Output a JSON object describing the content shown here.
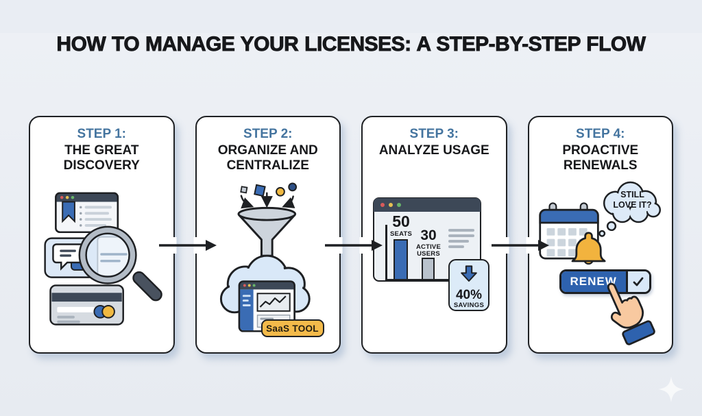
{
  "page": {
    "title": "HOW TO MANAGE YOUR LICENSES: A STEP-BY-STEP FLOW",
    "background": "#e9edf3",
    "card_background": "#ffffff",
    "outline_color": "#1e2023",
    "label_blue": "#44749f",
    "accent_blue": "#3a6cb4",
    "panel_light_blue": "#d9e8f8",
    "slate_dark": "#3d4857",
    "badge_yellow": "#f3ba4a",
    "bell_yellow": "#f2b33e"
  },
  "steps": [
    {
      "label": "STEP 1:",
      "title": "THE GREAT DISCOVERY",
      "icons": [
        "browser-window-icon",
        "bookmark-icon",
        "chat-bubbles-icon",
        "magnifying-glass-icon",
        "credit-card-icon"
      ]
    },
    {
      "label": "STEP 2:",
      "title": "ORGANIZE AND CENTRALIZE",
      "badge": "SaaS TOOL",
      "icons": [
        "falling-shapes-icon",
        "funnel-icon",
        "down-arrow-icon",
        "cloud-icon",
        "dashboard-window-icon"
      ]
    },
    {
      "label": "STEP 3:",
      "title": "ANALYZE USAGE",
      "chart": {
        "bars": [
          {
            "value": "50",
            "label": "SEATS"
          },
          {
            "value": "30",
            "label": "ACTIVE USERS"
          }
        ],
        "savings_value": "40%",
        "savings_label": "SAVINGS"
      },
      "icons": [
        "analytics-window-icon",
        "savings-badge",
        "savings-down-arrow-icon"
      ]
    },
    {
      "label": "STEP 4:",
      "title": "PROACTIVE RENEWALS",
      "thought_bubble": "STILL LOVE IT?",
      "renew_label": "RENEW",
      "icons": [
        "calendar-icon",
        "bell-icon",
        "thought-bubble-icon",
        "check-icon",
        "pointing-hand-icon"
      ]
    }
  ],
  "chart_data": {
    "type": "bar",
    "categories": [
      "SEATS",
      "ACTIVE USERS"
    ],
    "values": [
      50,
      30
    ],
    "series_colors": [
      "#3a6cb4",
      "#b9c2cc"
    ],
    "annotations": [
      "40% SAVINGS"
    ],
    "title": "Usage mini chart inside Step 3 card",
    "xlabel": "",
    "ylabel": "",
    "ylim": [
      0,
      50
    ],
    "grid": false,
    "legend": false
  }
}
